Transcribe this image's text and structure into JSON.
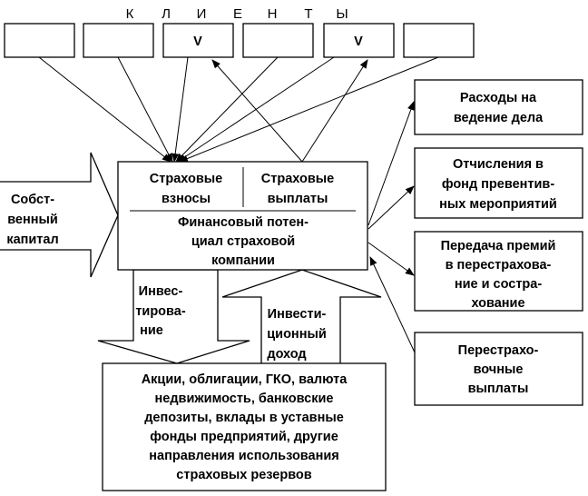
{
  "clients_header": [
    "К",
    "Л",
    "И",
    "Е",
    "Н",
    "Т",
    "Ы"
  ],
  "client_boxes": [
    "",
    "",
    "V",
    "",
    "V",
    ""
  ],
  "main_box": {
    "premiums": [
      "Страховые",
      "взносы"
    ],
    "payouts": [
      "Страховые",
      "выплаты"
    ],
    "title": [
      "Финансовый потен-",
      "циал страховой",
      "компании"
    ]
  },
  "own_capital": [
    "Собст-",
    "венный",
    "капитал"
  ],
  "investing": [
    "Инвес-",
    "тирова-",
    "ние"
  ],
  "investment_income": [
    "Инвести-",
    "ционный",
    "доход"
  ],
  "investments_box": [
    "Акции, облигации, ГКО, валюта",
    "недвижимость, банковские",
    "депозиты, вклады в уставные",
    "фонды предприятий, другие",
    "направления использования",
    "страховых резервов"
  ],
  "right_boxes": [
    [
      "Расходы на",
      "ведение дела"
    ],
    [
      "Отчисления в",
      "фонд превентив-",
      "ных мероприятий"
    ],
    [
      "Передача премий",
      "в перестрахова-",
      "ние и состра-",
      "хование"
    ],
    [
      "Перестрахо-",
      "вочные",
      "выплаты"
    ]
  ]
}
